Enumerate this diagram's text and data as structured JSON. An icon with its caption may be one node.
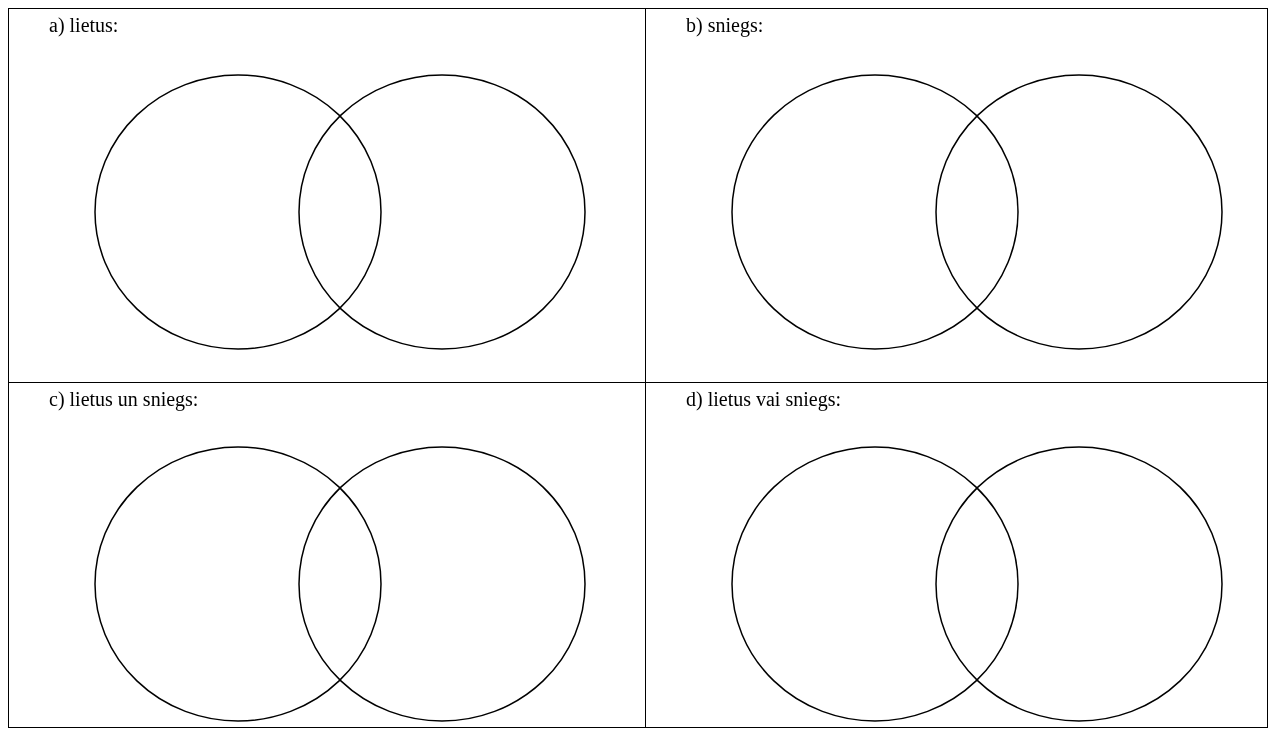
{
  "diagram": {
    "nodes": [
      {
        "text": [
          "a) lietus:"
        ]
      },
      {
        "text": [],
        "shape": "circle",
        "in": 0
      },
      {
        "text": [],
        "shape": "circle",
        "in": 0
      },
      {
        "text": [
          "b) sniegs:"
        ]
      },
      {
        "text": [],
        "shape": "circle",
        "in": 3
      },
      {
        "text": [],
        "shape": "circle",
        "in": 3
      },
      {
        "text": [
          "c) lietus un sniegs:"
        ]
      },
      {
        "text": [],
        "shape": "circle",
        "in": 6
      },
      {
        "text": [],
        "shape": "circle",
        "in": 6
      },
      {
        "text": [
          "d) lietus vai sniegs:"
        ]
      },
      {
        "text": [],
        "shape": "circle",
        "in": 9
      },
      {
        "text": [],
        "shape": "circle",
        "in": 9
      }
    ],
    "edges": []
  }
}
